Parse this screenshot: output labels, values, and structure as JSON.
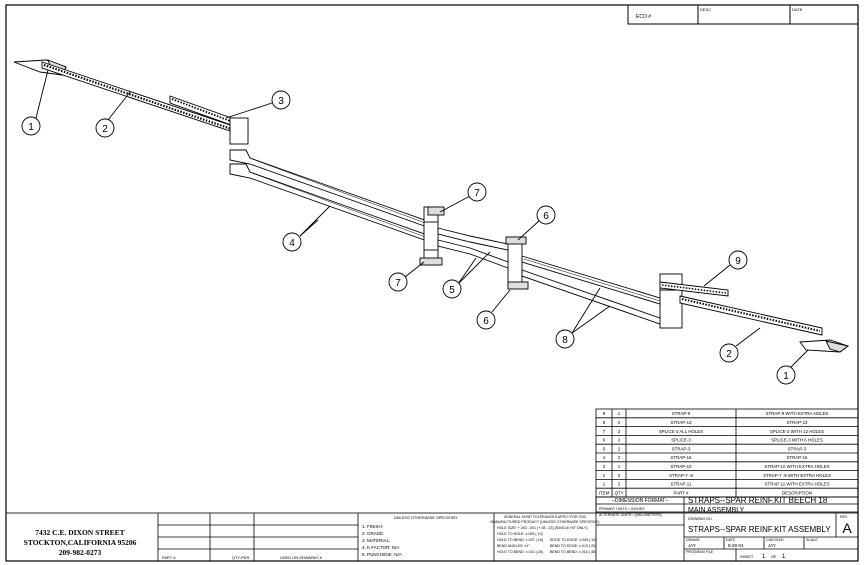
{
  "title_block": {
    "eco_label": "ECO #",
    "desc_label": "DESC",
    "date_label": "DATE",
    "address": [
      "7432 C.E. DIXON STREET",
      "STOCKTON,CALIFORNIA 95206",
      "209-982-0273"
    ],
    "part_label": "PART #",
    "qty_per_label": "QTY-PER",
    "used_on_label": "USED ON DRAWING #",
    "unless_title": "UNLESS OTHERWISE SPECIFIED:",
    "unless_items": [
      "1. FINISH:",
      "2. GRADE:",
      "3. MATERIAL:",
      "4. K FACTOR: N/A",
      "5. PUNCH/DIE: N/A"
    ],
    "tolerances": [
      "GENERAL SHOP TOLERANCES APPLY FOR CNC",
      "MANUFACTURED PRODUCT (UNLESS OTHERWISE SPECIFIED)",
      "HOLE SIZE: +.003 -.001 (+.08 -.03) (SINGLE HIT ONLY)",
      "HOLE TO HOLE: ±.005 (.13)",
      "HOLE TO BEND: ±.007 (.18)",
      "BEND ANGLES: ±1°",
      "HOLE TO BEND: ±.010 (.25)"
    ],
    "tolerances_right": [
      "EDGE TO EDGE: ±.005 (.13)",
      "BEND TO EDGE: ±.010 (.25)",
      "BEND TO BEND: ±.015 (.38)"
    ],
    "dimension_format": "--DIMENSION FORMAT--",
    "units": [
      "PRIMARY UNITS = INCHES",
      "ALTERNATE UNITS = [MILLIMETERS]"
    ],
    "title_line1": "STRAPS--SPAR REINF.KIT BEECH 18",
    "title_line2": "MAIN ASSEMBLY",
    "drawing_no_label": "DRAWING NO.",
    "drawing_no": "STRAPS--SPAR REINF.KIT ASSEMBLY",
    "rev_label": "REV",
    "rev": "A",
    "drawn_label": "DRAWN",
    "drawn": "JAY",
    "date_label2": "DATE",
    "date": "8-29-04",
    "checked_label": "CHECKED",
    "checked": "JAY",
    "scale_label": "SCALE",
    "prog_label": "PROGRAM FILE",
    "sheet_label": "SHEET",
    "sheet": "1",
    "of_label": "OF",
    "sheets": "1"
  },
  "bom": {
    "headers": [
      "ITEM",
      "QTY",
      "PART #",
      "DESCRIPTION"
    ],
    "rows": [
      [
        "9",
        "1",
        "STRAP-9",
        "STRAP-9 WITH EXTRA HOLES"
      ],
      [
        "8",
        "2",
        "STRAP-13",
        "STRAP-13"
      ],
      [
        "7",
        "2",
        "SPLICE-3 ALL HOLES",
        "SPLICE-3 WITH 12 HOLES"
      ],
      [
        "6",
        "2",
        "SPLICE-3",
        "SPLICE-3 WITH 6 HOLES"
      ],
      [
        "5",
        "2",
        "STRAP-3",
        "STRAP-3"
      ],
      [
        "4",
        "2",
        "STRAP-16",
        "STRAP-16"
      ],
      [
        "3",
        "1",
        "STRAP-10",
        "STRAP-10 WITH EXTRA HOLES"
      ],
      [
        "2",
        "2",
        "STRAP-7 -8",
        "STRAP-7 -8 WITH EXTRA HOLES"
      ],
      [
        "1",
        "2",
        "STRAP-11",
        "STRAP-11 WITH EXTRA HOLES"
      ]
    ]
  },
  "balloons": [
    "1",
    "2",
    "3",
    "4",
    "7",
    "6",
    "7",
    "5",
    "6",
    "9",
    "8",
    "2",
    "1"
  ]
}
